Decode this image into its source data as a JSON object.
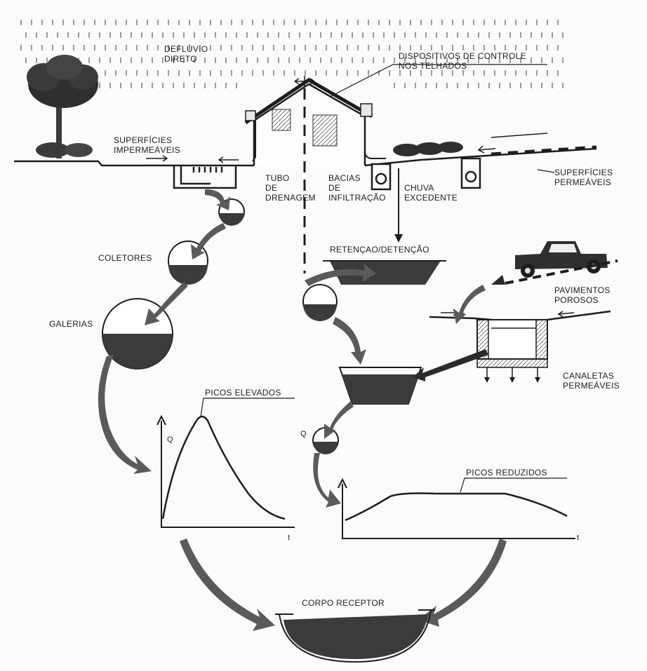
{
  "labels": {
    "runoff": [
      "DEFLÚVIO",
      "DIRETO"
    ],
    "roof_controls": [
      "DISPOSITIVOS DE CONTROLE",
      "NOS TELHADOS"
    ],
    "impermeable": [
      "SUPERFÍCIES",
      "IMPERMEÁVEIS"
    ],
    "drain_pipe": [
      "TUBO",
      "DE",
      "DRENAGEM"
    ],
    "infiltration": [
      "BACIAS",
      "DE",
      "INFILTRAÇÃO"
    ],
    "excess_rain": [
      "CHUVA",
      "EXCEDENTE"
    ],
    "permeable": [
      "SUPERFÍCIES",
      "PERMEÁVEIS"
    ],
    "collectors": "COLETORES",
    "galleries": "GALERIAS",
    "retention": "RETENÇAO/DETENÇÃO",
    "porous_pavement": [
      "PAVIMENTOS",
      "POROSOS"
    ],
    "permeable_channels": [
      "CANALETAS",
      "PERMEÁVEIS"
    ],
    "high_peaks": "PICOS ELEVADOS",
    "reduced_peaks": "PICOS REDUZIDOS",
    "receiving_body": "CORPO RECEPTOR",
    "axis_q_left": "Q",
    "axis_t_left": "t",
    "axis_q_right": "Q",
    "axis_t_right": "t"
  }
}
